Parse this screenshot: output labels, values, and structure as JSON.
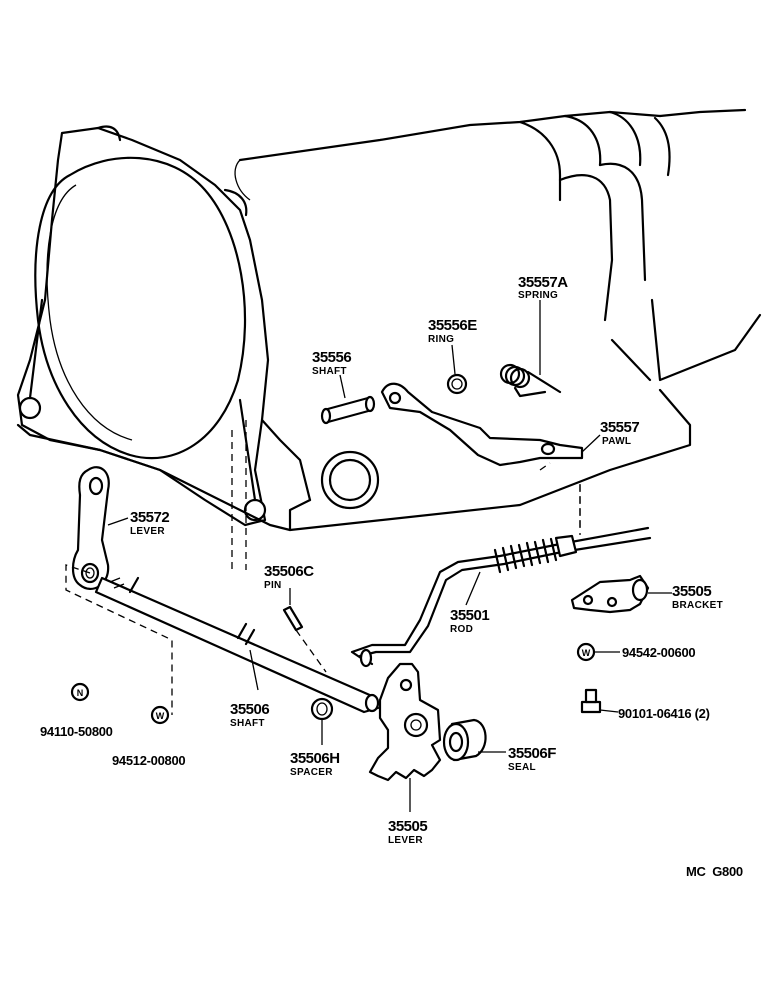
{
  "parts": {
    "spring_a": {
      "number": "35557A",
      "label": "SPRING"
    },
    "ring_e": {
      "number": "35556E",
      "label": "RING"
    },
    "shaft_556": {
      "number": "35556",
      "label": "SHAFT"
    },
    "pawl": {
      "number": "35557",
      "label": "PAWL"
    },
    "lever_572": {
      "number": "35572",
      "label": "LEVER"
    },
    "pin_c": {
      "number": "35506C",
      "label": "PIN"
    },
    "rod": {
      "number": "35501",
      "label": "ROD"
    },
    "bracket": {
      "number": "35505",
      "label": "BRACKET"
    },
    "shaft_506": {
      "number": "35506",
      "label": "SHAFT"
    },
    "spacer_h": {
      "number": "35506H",
      "label": "SPACER"
    },
    "seal_f": {
      "number": "35506F",
      "label": "SEAL"
    },
    "lever_505": {
      "number": "35505",
      "label": "LEVER"
    }
  },
  "hardware": {
    "nut_n": {
      "code": "94110-50800",
      "symbol": "N"
    },
    "washer_w1": {
      "code": "94512-00800",
      "symbol": "W"
    },
    "washer_w2": {
      "code": "94542-00600",
      "symbol": "W"
    },
    "bolt": {
      "code": "90101-06416 (2)"
    }
  },
  "diagram_code": "MC  G800"
}
